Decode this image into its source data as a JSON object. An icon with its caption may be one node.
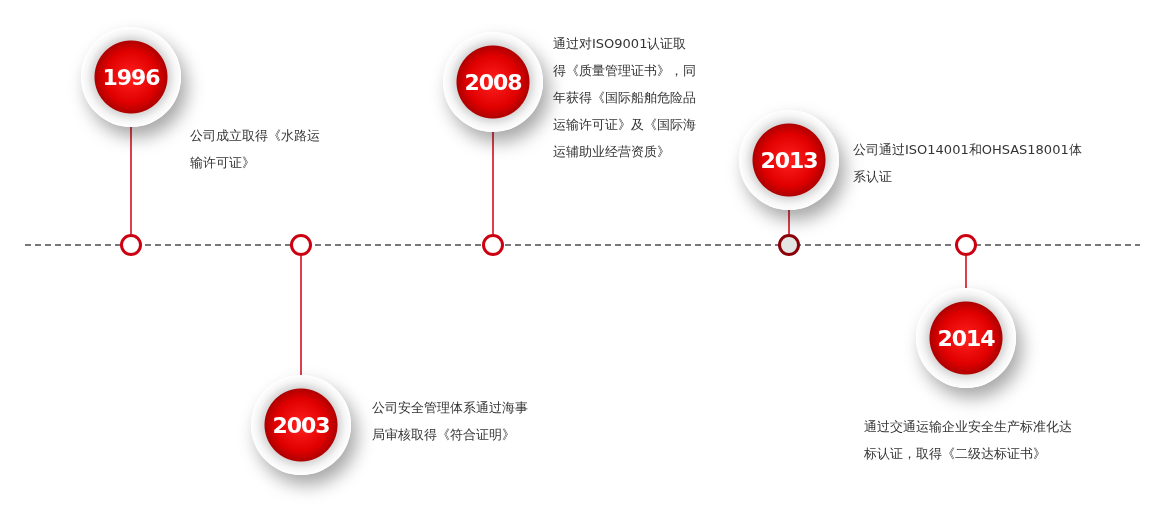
{
  "diagram": {
    "nodes": [
      {
        "text": [
          "1996"
        ],
        "beside": [
          "公司成立取得《水路运输许可证》"
        ]
      },
      {
        "text": [
          "2003"
        ],
        "beside": [
          "公司安全管理体系通过海事局审核取得《符合证明》"
        ]
      },
      {
        "text": [
          "2008"
        ],
        "beside": [
          "通过对ISO9001认证取得《质量管理证书》，同年获得《国际船舶危险品运输许可证》及《国际海运辅助业经营资质》"
        ]
      },
      {
        "text": [
          "2013"
        ],
        "beside": [
          "公司通过ISO14001和OHSAS18001体系认证"
        ]
      },
      {
        "text": [
          "2014"
        ],
        "beside": [
          "通过交通运输企业安全生产标准化达标认证，取得《二级达标证书》"
        ]
      },
      {
        "text": [],
        "shape": "circle"
      },
      {
        "text": [],
        "shape": "circle"
      },
      {
        "text": [],
        "shape": "circle"
      },
      {
        "text": [],
        "shape": "circle"
      },
      {
        "text": [],
        "shape": "circle"
      }
    ],
    "edges": [
      {
        "from": 5,
        "to": 0,
        "arrow": "none"
      },
      {
        "from": 6,
        "to": 1,
        "arrow": "none"
      },
      {
        "from": 7,
        "to": 2,
        "arrow": "none"
      },
      {
        "from": 8,
        "to": 3,
        "arrow": "none"
      },
      {
        "from": 9,
        "to": 4,
        "arrow": "none"
      }
    ]
  }
}
